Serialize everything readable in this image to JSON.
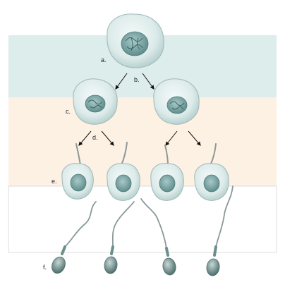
{
  "labels": {
    "a": "a.",
    "b": "b.",
    "c": "c.",
    "d": "d.",
    "e": "e.",
    "f": "f."
  },
  "colors": {
    "band_top": "#dcedeb",
    "band_middle": "#fdf1e4",
    "band_bottom": "#ffffff",
    "band_edge": "#d4d4d4",
    "cell_fill": "#dfeceb",
    "cell_edge": "#9fb8b6",
    "nucleus_fill": "#7fa9a8",
    "nucleus_edge": "#4f7c7b",
    "chromatin": "#3b6464",
    "arrow": "#111111",
    "tail": "#8a9a99",
    "sperm_head": "#6d8e8c"
  },
  "icons": {
    "arrow": "arrow-icon"
  }
}
